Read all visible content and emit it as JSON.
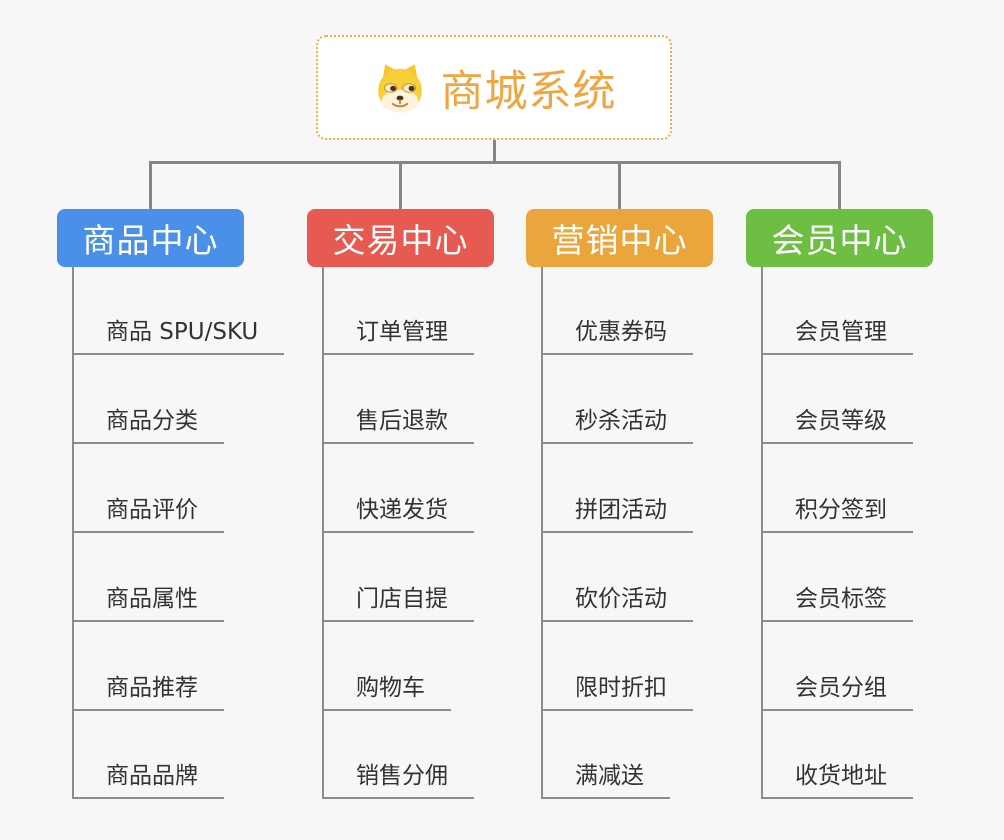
{
  "page": {
    "background_color": "#F7F7F7",
    "connector_color": "#858585",
    "underline_color": "#8C8C8C"
  },
  "root": {
    "title": "商城系统",
    "icon": "doge-icon",
    "text_color": "#F0A541",
    "border_color": "#F3AC44",
    "background_color": "#FFFFFF"
  },
  "branches": [
    {
      "label": "商品中心",
      "color": "#4A90E8",
      "items": [
        "商品 SPU/SKU",
        "商品分类",
        "商品评价",
        "商品属性",
        "商品推荐",
        "商品品牌"
      ]
    },
    {
      "label": "交易中心",
      "color": "#E75A51",
      "items": [
        "订单管理",
        "售后退款",
        "快递发货",
        "门店自提",
        "购物车",
        "销售分佣"
      ]
    },
    {
      "label": "营销中心",
      "color": "#EAA63C",
      "items": [
        "优惠券码",
        "秒杀活动",
        "拼团活动",
        "砍价活动",
        "限时折扣",
        "满减送"
      ]
    },
    {
      "label": "会员中心",
      "color": "#6FBE44",
      "items": [
        "会员管理",
        "会员等级",
        "积分签到",
        "会员标签",
        "会员分组",
        "收货地址"
      ]
    }
  ]
}
